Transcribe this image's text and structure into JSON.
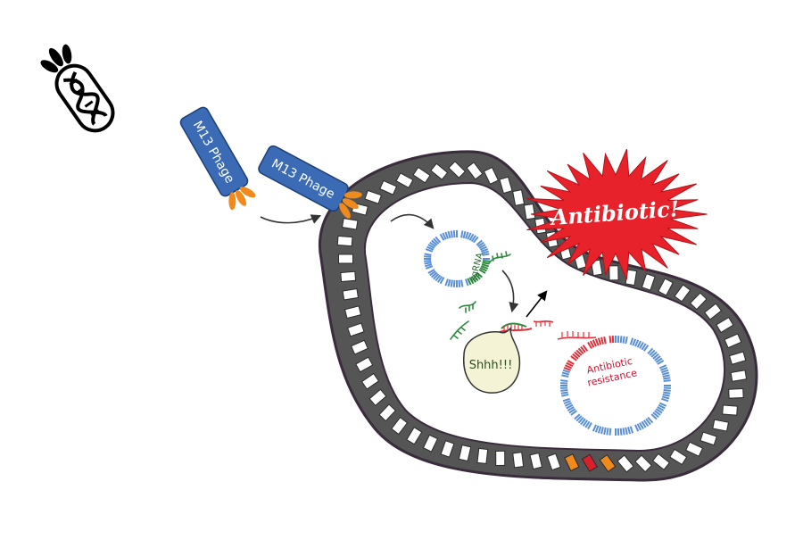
{
  "phages": [
    {
      "label": "M13 Phage"
    },
    {
      "label": "M13 Phage"
    }
  ],
  "antibiotic_label": "Antibiotic!",
  "speech_bubble_text": "Shhh!!!",
  "sgrna_label": "sgRNA",
  "resistance_label_line1": "Antibiotic",
  "resistance_label_line2": "resistance",
  "colors": {
    "phage_body": "#3b6bb5",
    "tail_fibers": "#f08a1c",
    "cell_wall": "#555555",
    "phagemid_dna": "#5a8fd6",
    "sgrna": "#2e8b3e",
    "resistance_gene": "#e0303a",
    "antibiotic_burst": "#e8222a",
    "speech_bubble_fill": "#f4f3d6"
  },
  "icons": [
    "bacteriophage-icon",
    "arrow-icon"
  ]
}
